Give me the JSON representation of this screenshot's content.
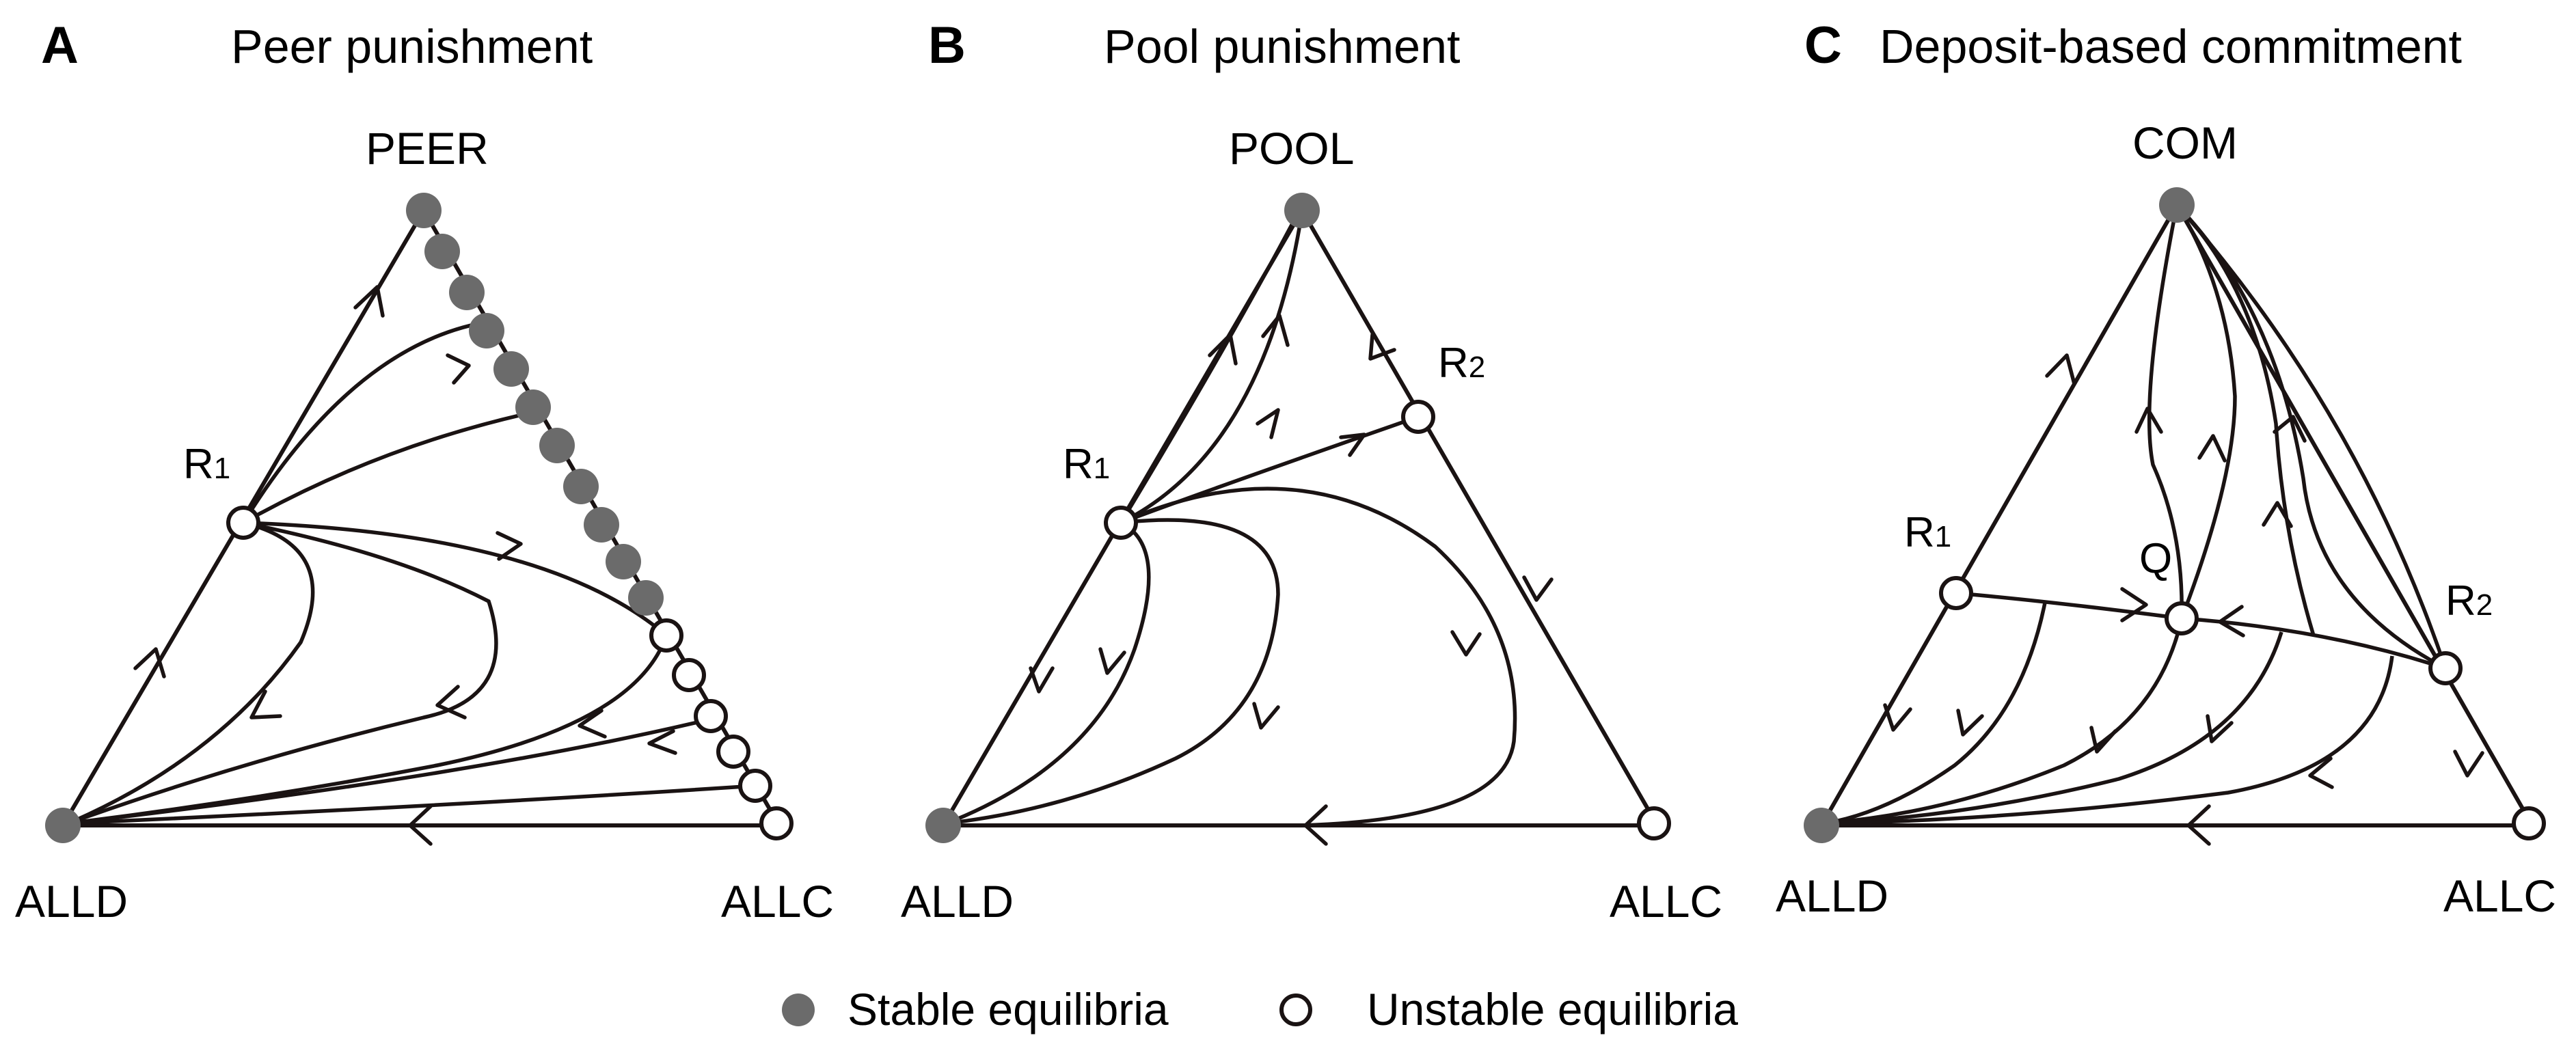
{
  "panels": [
    {
      "letter": "A",
      "title": "Peer punishment",
      "top_vertex": "PEER",
      "left_vertex": "ALLD",
      "right_vertex": "ALLC",
      "points": [
        {
          "id": "R1",
          "letter": "R",
          "sub": "1"
        }
      ]
    },
    {
      "letter": "B",
      "title": "Pool punishment",
      "top_vertex": "POOL",
      "left_vertex": "ALLD",
      "right_vertex": "ALLC",
      "points": [
        {
          "id": "R1",
          "letter": "R",
          "sub": "1"
        },
        {
          "id": "R2",
          "letter": "R",
          "sub": "2"
        }
      ]
    },
    {
      "letter": "C",
      "title": "Deposit-based commitment",
      "top_vertex": "COM",
      "left_vertex": "ALLD",
      "right_vertex": "ALLC",
      "points": [
        {
          "id": "R1",
          "letter": "R",
          "sub": "1"
        },
        {
          "id": "Q",
          "letter": "Q",
          "sub": ""
        },
        {
          "id": "R2",
          "letter": "R",
          "sub": "2"
        }
      ]
    }
  ],
  "legend": {
    "stable_label": "Stable equilibria",
    "unstable_label": "Unstable equilibria"
  },
  "colors": {
    "stable_fill": "#6b6b6b",
    "line": "#1a1313"
  }
}
